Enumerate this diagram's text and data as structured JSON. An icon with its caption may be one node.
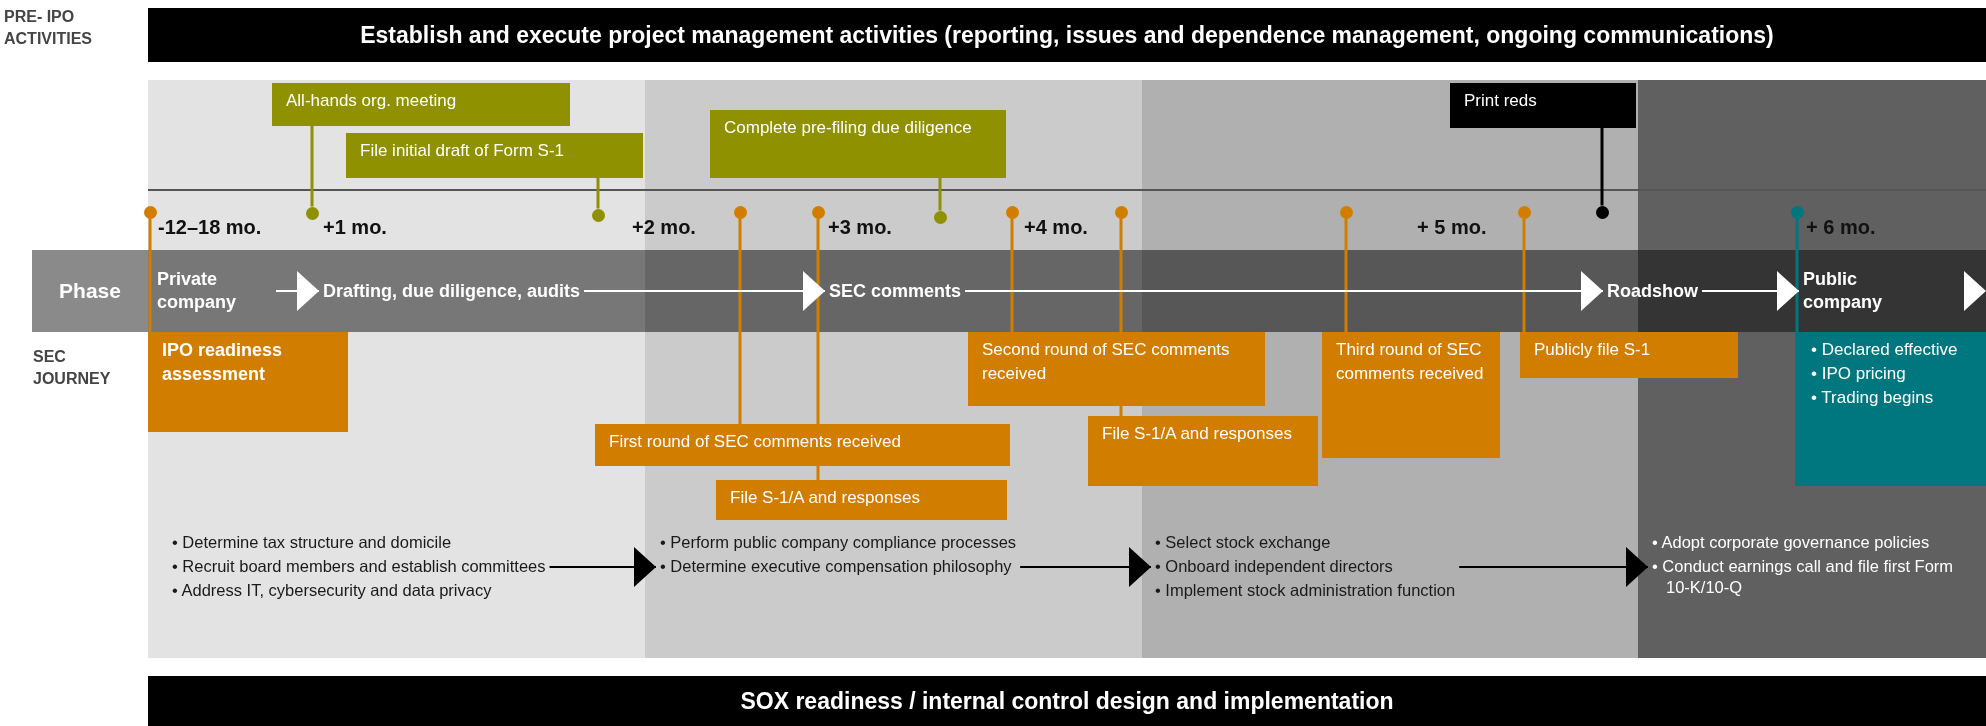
{
  "diagram": {
    "nodes": [
      {
        "text": [
          "Establish and execute project management activities (reporting, issues and dependence management, ongoing communications)"
        ]
      },
      {
        "text": [
          "All-hands org. meeting"
        ]
      },
      {
        "text": [
          "File initial draft of Form S-1"
        ]
      },
      {
        "text": [
          "Complete pre-filing due diligence"
        ]
      },
      {
        "text": [
          "Print reds"
        ]
      },
      {
        "text": [
          "Phase"
        ]
      },
      {
        "text": [
          "Private company"
        ]
      },
      {
        "text": [
          "Drafting, due diligence, audits"
        ]
      },
      {
        "text": [
          "SEC comments"
        ]
      },
      {
        "text": [
          "Roadshow"
        ]
      },
      {
        "text": [
          "Public company"
        ]
      },
      {
        "text": [
          "IPO readiness assessment"
        ]
      },
      {
        "text": [
          "First round of SEC comments received"
        ]
      },
      {
        "text": [
          "File S-1/A and responses"
        ]
      },
      {
        "text": [
          "Second round of SEC comments received"
        ]
      },
      {
        "text": [
          "File S-1/A and responses"
        ]
      },
      {
        "text": [
          "Third round of SEC comments received"
        ]
      },
      {
        "text": [
          "Publicly file S-1"
        ]
      },
      {
        "text": [
          "• Declared effective",
          "• IPO pricing",
          "• Trading begins"
        ]
      },
      {
        "text": [
          "• Determine tax structure and domicile",
          "• Recruit board members and establish committees",
          "• Address IT, cybersecurity and data privacy"
        ]
      },
      {
        "text": [
          "• Perform public company compliance processes",
          "• Determine executive compensation philosophy"
        ]
      },
      {
        "text": [
          "• Select stock exchange",
          "• Onboard independent directors",
          "• Implement stock administration function"
        ]
      },
      {
        "text": [
          "• Adopt corporate governance policies",
          "• Conduct earnings call and file first Form 10-K/10-Q"
        ]
      },
      {
        "text": [
          "SOX readiness / internal control design and implementation"
        ]
      },
      {
        "text": [],
        "shape": "circle"
      },
      {
        "text": [],
        "shape": "circle"
      },
      {
        "text": [],
        "shape": "circle"
      },
      {
        "text": [],
        "shape": "circle"
      },
      {
        "text": [],
        "shape": "circle"
      },
      {
        "text": [],
        "shape": "circle"
      },
      {
        "text": [],
        "shape": "circle"
      },
      {
        "text": [],
        "shape": "circle"
      },
      {
        "text": [],
        "shape": "circle"
      },
      {
        "text": [],
        "shape": "circle"
      },
      {
        "text": [],
        "shape": "circle"
      },
      {
        "text": [],
        "shape": "circle"
      }
    ],
    "edges": [
      {
        "from": 1,
        "to": 25,
        "arrow": "none",
        "color": "#8f9100"
      },
      {
        "from": 2,
        "to": 26,
        "arrow": "none",
        "color": "#8f9100"
      },
      {
        "from": 3,
        "to": 29,
        "arrow": "none",
        "color": "#8f9100"
      },
      {
        "from": 4,
        "to": 34,
        "arrow": "none",
        "color": "#000000"
      },
      {
        "from": 11,
        "to": 24,
        "arrow": "none"
      },
      {
        "from": 12,
        "to": 27,
        "arrow": "none"
      },
      {
        "from": 13,
        "to": 28,
        "arrow": "none"
      },
      {
        "from": 14,
        "to": 30,
        "arrow": "none"
      },
      {
        "from": 15,
        "to": 31,
        "arrow": "none"
      },
      {
        "from": 16,
        "to": 32,
        "arrow": "none"
      },
      {
        "from": 17,
        "to": 33,
        "arrow": "none"
      },
      {
        "from": 18,
        "to": 35,
        "arrow": "none",
        "color": "#00767e"
      },
      {
        "from": 6,
        "to": 7,
        "arrow": "to",
        "color": "#ffffff"
      },
      {
        "from": 7,
        "to": 8,
        "arrow": "to",
        "color": "#ffffff"
      },
      {
        "from": 8,
        "to": 9,
        "arrow": "to",
        "color": "#ffffff"
      },
      {
        "from": 9,
        "to": 10,
        "arrow": "to",
        "color": "#ffffff"
      },
      {
        "from": 19,
        "to": 20,
        "arrow": "to",
        "color": "#000000"
      },
      {
        "from": 20,
        "to": 21,
        "arrow": "to",
        "color": "#000000"
      },
      {
        "from": 21,
        "to": 22,
        "arrow": "to",
        "color": "#000000"
      }
    ],
    "labels": [
      "PRE- IPO ACTIVITIES",
      "-12–18 mo.",
      "+1 mo.",
      "+2 mo.",
      "+3 mo.",
      "+4 mo.",
      "+ 5 mo.",
      "+ 6 mo.",
      "SEC JOURNEY"
    ]
  }
}
